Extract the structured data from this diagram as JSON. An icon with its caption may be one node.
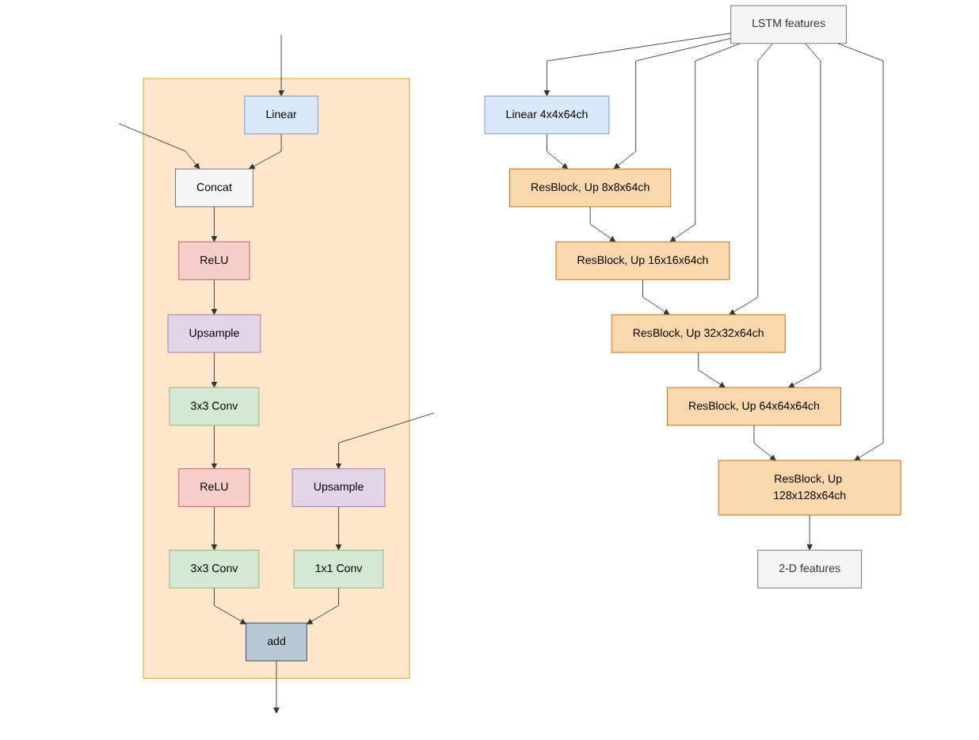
{
  "diagram": {
    "nodes": [
      {
        "text": [
          "LSTM features"
        ]
      },
      {
        "text": [
          "Linear 4x4x64ch"
        ]
      },
      {
        "text": [
          "ResBlock, Up 8x8x64ch"
        ]
      },
      {
        "text": [
          "ResBlock, Up 16x16x64ch"
        ]
      },
      {
        "text": [
          "ResBlock, Up 32x32x64ch"
        ]
      },
      {
        "text": [
          "ResBlock, Up 64x64x64ch"
        ]
      },
      {
        "text": [
          "ResBlock, Up 128x128x64ch"
        ]
      },
      {
        "text": [
          "2-D features"
        ]
      },
      {
        "text": [],
        "shape": "box"
      },
      {
        "text": [
          "Concat"
        ],
        "in": 8
      },
      {
        "text": [
          "Linear"
        ],
        "in": 8
      },
      {
        "text": [
          "ReLU"
        ],
        "in": 8
      },
      {
        "text": [
          "Upsample"
        ],
        "in": 8
      },
      {
        "text": [
          "3x3 Conv"
        ],
        "in": 8
      },
      {
        "text": [
          "ReLU"
        ],
        "in": 8
      },
      {
        "text": [
          "3x3 Conv"
        ],
        "in": 8
      },
      {
        "text": [
          "Upsample"
        ],
        "in": 8
      },
      {
        "text": [
          "1x1 Conv"
        ],
        "in": 8
      },
      {
        "text": [
          "add"
        ],
        "in": 8
      }
    ],
    "edges": [
      {
        "from": 0,
        "to": 1,
        "arrow": "to"
      },
      {
        "from": 1,
        "to": 2,
        "arrow": "to"
      },
      {
        "from": 2,
        "to": 3,
        "arrow": "to"
      },
      {
        "from": 3,
        "to": 4,
        "arrow": "to"
      },
      {
        "from": 4,
        "to": 5,
        "arrow": "to"
      },
      {
        "from": 5,
        "to": 6,
        "arrow": "to"
      },
      {
        "from": 6,
        "to": 7,
        "arrow": "to"
      },
      {
        "from": 0,
        "to": 2,
        "arrow": "to"
      },
      {
        "from": 0,
        "to": 3,
        "arrow": "to"
      },
      {
        "from": 0,
        "to": 4,
        "arrow": "to"
      },
      {
        "from": 0,
        "to": 5,
        "arrow": "to"
      },
      {
        "from": 0,
        "to": 6,
        "arrow": "to"
      },
      {
        "from": null,
        "to": 16,
        "arrow": "to"
      },
      {
        "from": null,
        "to": 9,
        "arrow": "to"
      },
      {
        "from": null,
        "to": 10,
        "arrow": "to"
      },
      {
        "from": 10,
        "to": 9,
        "arrow": "to"
      },
      {
        "from": 9,
        "to": 11,
        "arrow": "to"
      },
      {
        "from": 11,
        "to": 12,
        "arrow": "to"
      },
      {
        "from": 12,
        "to": 13,
        "arrow": "to"
      },
      {
        "from": 13,
        "to": 14,
        "arrow": "to"
      },
      {
        "from": 14,
        "to": 15,
        "arrow": "to"
      },
      {
        "from": 15,
        "to": 18,
        "arrow": "to"
      },
      {
        "from": 16,
        "to": 17,
        "arrow": "to"
      },
      {
        "from": 17,
        "to": 18,
        "arrow": "to"
      },
      {
        "from": 18,
        "to": null,
        "arrow": "to"
      }
    ]
  }
}
